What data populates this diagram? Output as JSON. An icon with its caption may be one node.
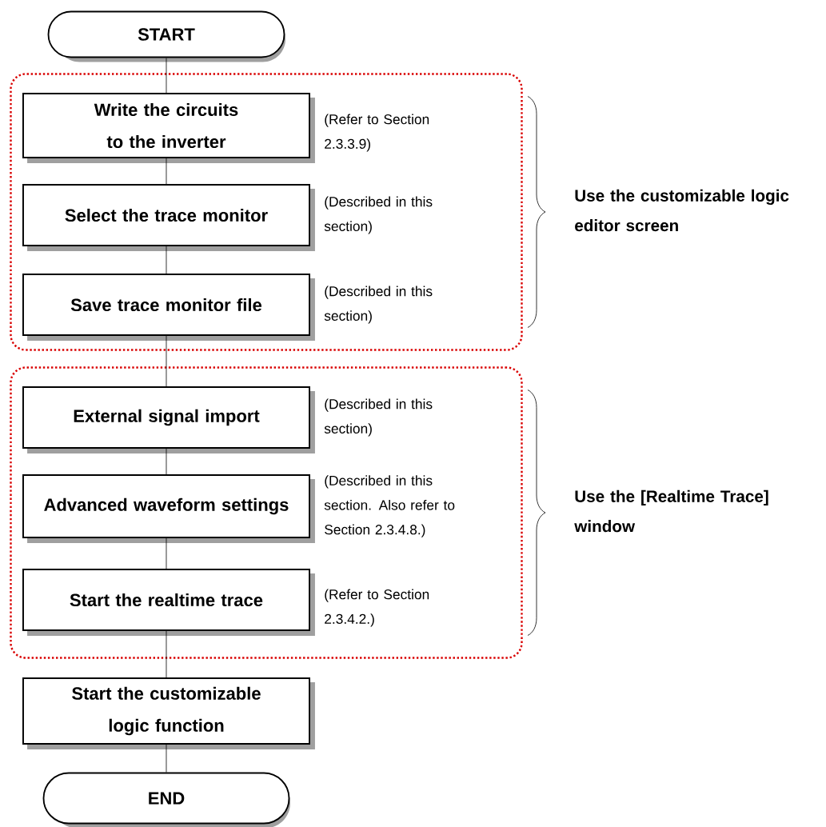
{
  "diagram": {
    "nodes": [
      {
        "text": [
          "START"
        ]
      },
      {
        "text": [],
        "shape": "box",
        "beside": [
          "Use the customizable logic editor screen"
        ]
      },
      {
        "text": [
          "Write the circuits to the inverter"
        ],
        "in": 1,
        "beside": [
          "(Refer to Section 2.3.3.9)"
        ]
      },
      {
        "text": [
          "Select the trace monitor"
        ],
        "in": 1,
        "beside": [
          "(Described in this section)"
        ]
      },
      {
        "text": [
          "Save trace monitor file"
        ],
        "in": 1,
        "beside": [
          "(Described in this section)"
        ]
      },
      {
        "text": [],
        "shape": "box",
        "beside": [
          "Use the [Realtime Trace] window"
        ]
      },
      {
        "text": [
          "External signal import"
        ],
        "in": 5,
        "beside": [
          "(Described in this section)"
        ]
      },
      {
        "text": [
          "Advanced waveform settings"
        ],
        "in": 5,
        "beside": [
          "(Described in this section. Also refer to Section 2.3.4.8.)"
        ]
      },
      {
        "text": [
          "Start the realtime trace"
        ],
        "in": 5,
        "beside": [
          "(Refer to Section 2.3.4.2.)"
        ]
      },
      {
        "text": [
          "Start the customizable logic function"
        ]
      },
      {
        "text": [
          "END"
        ]
      }
    ],
    "edges": [
      {
        "from": 0,
        "to": 2,
        "arrow": "none"
      },
      {
        "from": 2,
        "to": 3,
        "arrow": "none"
      },
      {
        "from": 3,
        "to": 4,
        "arrow": "none"
      },
      {
        "from": 4,
        "to": 6,
        "arrow": "none"
      },
      {
        "from": 6,
        "to": 7,
        "arrow": "none"
      },
      {
        "from": 7,
        "to": 8,
        "arrow": "none"
      },
      {
        "from": 8,
        "to": 9,
        "arrow": "none"
      },
      {
        "from": 9,
        "to": 10,
        "arrow": "none"
      }
    ]
  }
}
